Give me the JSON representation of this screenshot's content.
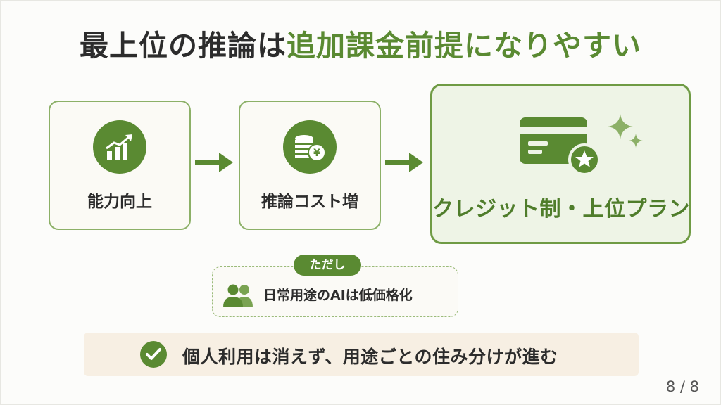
{
  "title": {
    "part1": "最上位の推論は",
    "part2": "追加課金前提になりやすい"
  },
  "flow": {
    "step1": {
      "label": "能力向上",
      "icon": "growth-chart-icon"
    },
    "step2": {
      "label": "推論コスト増",
      "icon": "coins-yen-icon"
    },
    "step3": {
      "label": "クレジット制・上位プラン",
      "icon": "credit-card-star-icon"
    }
  },
  "note": {
    "badge": "ただし",
    "text": "日常用途のAIは低価格化",
    "icon": "users-icon"
  },
  "summary": {
    "text": "個人利用は消えず、用途ごとの住み分けが進む",
    "icon": "check-circle-icon"
  },
  "page": "8 / 8",
  "colors": {
    "accent": "#5a8a32",
    "card_border": "#8cb067",
    "summary_bg": "#f7efe3"
  }
}
